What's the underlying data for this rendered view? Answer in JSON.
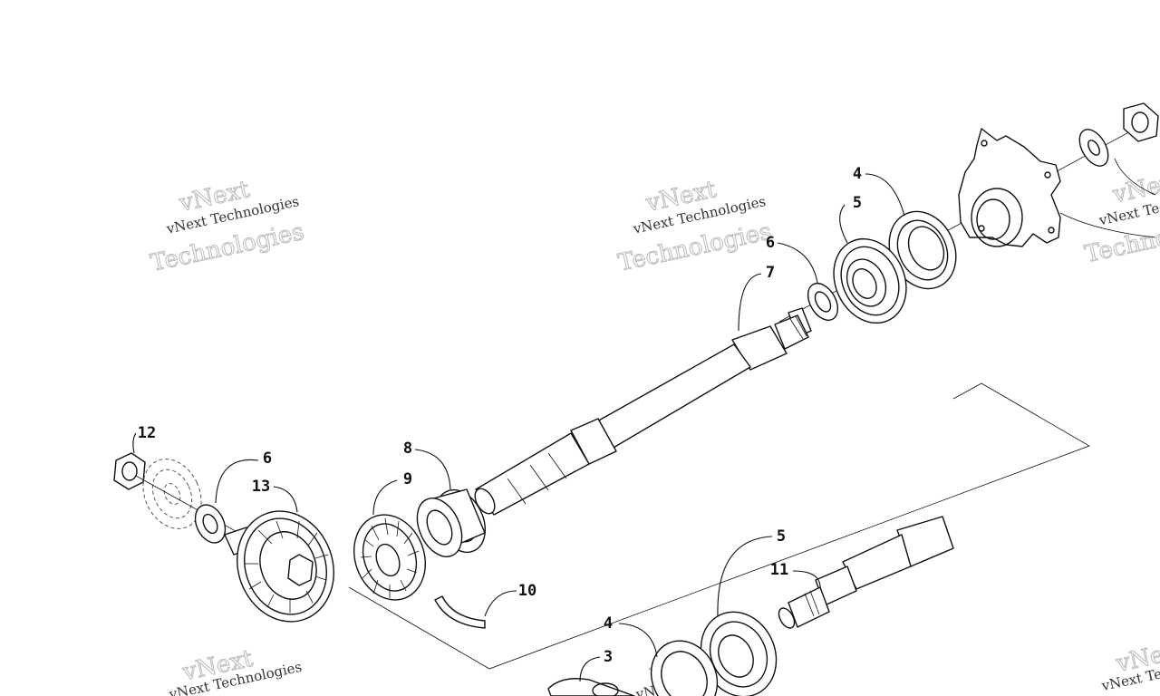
{
  "watermark": {
    "small": "vNext Technologies",
    "big": "Technologies",
    "top": "vNext"
  },
  "callouts": {
    "c4a": "4",
    "c5a": "5",
    "c6a": "6",
    "c7": "7",
    "c12": "12",
    "c6b": "6",
    "c13": "13",
    "c8": "8",
    "c9": "9",
    "c10": "10",
    "c5b": "5",
    "c11": "11",
    "c4b": "4",
    "c3": "3"
  }
}
